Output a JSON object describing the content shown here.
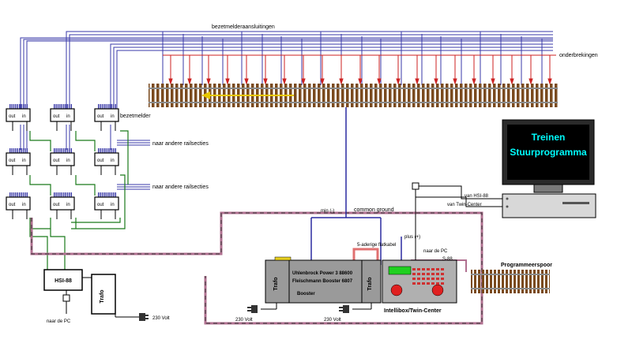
{
  "labels": {
    "bezetmelderaansluitingen": "bezetmelderaansluitingen",
    "onderbrekingen": "onderbrekingen",
    "bezetmelder": "bezetmelder",
    "naar_andere_1": "naar andere railsecties",
    "naar_andere_2": "naar andere railsecties",
    "min": "min (-)",
    "common_ground": "common ground",
    "plus": "plus (+)",
    "s_aderige": "5-aderige flatkabel",
    "naar_de_pc_right": "naar de PC",
    "s88": "S-88",
    "van_hsi": "van HSI-88",
    "van_twin": "van Twin-Center",
    "programmeerspoor": "Programmeerspoor",
    "volt_230_a": "230 Volt",
    "volt_230_b": "230 Volt",
    "volt_230_c": "230 Volt",
    "naar_de_pc_left": "naar de PC"
  },
  "modules": {
    "out_label": "out",
    "in_label": "in"
  },
  "devices": {
    "hsi": "HSI-88",
    "trafo_small": "Trafo",
    "trafo_booster": "Trafo",
    "trafo_ib": "Trafo",
    "booster_line1": "Uhlenbrock Power 3 88600",
    "booster_line2": "Fleischmann Booster 6807",
    "booster_line3": "Booster",
    "ib_label": "Intellibox/Twin-Center"
  },
  "monitor": {
    "line1": "Treinen",
    "line2": "Stuurprogramma"
  },
  "colors": {
    "blue_wire": "#3333aa",
    "red_wire": "#cc2222",
    "green_wire": "#1a7a1a",
    "track": "#8b5a2b",
    "device": "#9a9a9a",
    "screen": "#00ffff"
  }
}
